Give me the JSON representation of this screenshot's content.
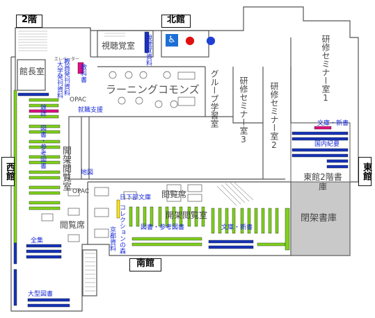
{
  "floor": "2階",
  "buildings": {
    "north": "北館",
    "east": "東館",
    "west": "西館",
    "south": "南館"
  },
  "rooms": {
    "director": "館長室",
    "av_room": "視聴覚室",
    "learning_commons": "ラーニングコモンズ",
    "group_study": "グループ学習室",
    "seminar1": "研修セミナー室1",
    "seminar2": "研修セミナー室2",
    "seminar3": "研修セミナー室3",
    "open_stacks_west": "開架閲覧室",
    "reading_seats_west": "閲覧席",
    "reading_seats_south": "閲覧席",
    "open_reading_room_south": "開架閲覧室",
    "east2f_stacks": "東館2階書庫",
    "closed_stacks": "閉架書庫"
  },
  "small_labels": {
    "elevator": "エレベーター",
    "faculty_publications": "教員発刊資料",
    "univ_publications": "大学発刊資料",
    "textbooks": "教科書",
    "opac_north": "OPAC",
    "career_support": "就職支援",
    "av_materials": "視聴覚資料",
    "magazines": "雑誌",
    "reference_books": "図書・参考図書",
    "map": "地図",
    "opac_west": "OPAC",
    "complete_works": "全集",
    "oversize_books": "大型図書",
    "kusakabe": "日下部文庫",
    "collection_forest": "コレクションの森",
    "kyoto_materials": "京都資料",
    "reference_books_south": "図書・参考図書",
    "bunko_shinsho_south": "文庫・新書",
    "bunko_shinsho_east": "文庫・新書",
    "bulletins": "国内紀要"
  },
  "colors": {
    "shelf_green": "#7fd11b",
    "shelf_blue": "#1733b8",
    "shelf_magenta": "#e0107e",
    "shelf_yellow": "#ffe800",
    "closed_stacks_fill": "#c9c9c9",
    "label_blue": "#1b2bd6"
  },
  "icons": [
    "wheelchair-restroom-icon",
    "womens-restroom-icon",
    "mens-restroom-icon"
  ]
}
